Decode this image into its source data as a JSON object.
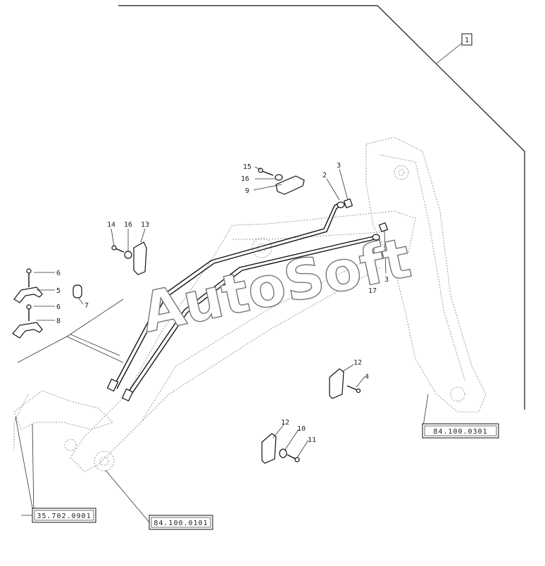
{
  "watermark": "AutoSoft",
  "callouts": {
    "c1": "1",
    "c2": "2",
    "c3a": "3",
    "c3b": "3",
    "c4": "4",
    "c5": "5",
    "c6a": "6",
    "c6b": "6",
    "c7": "7",
    "c8": "8",
    "c9": "9",
    "c10": "10",
    "c11": "11",
    "c12a": "12",
    "c12b": "12",
    "c13": "13",
    "c14": "14",
    "c15": "15",
    "c16a": "16",
    "c16b": "16",
    "c17": "17"
  },
  "references": {
    "ref_right": "84.100.0301",
    "ref_bottom": "84.100.0101",
    "ref_left": "35.702.0901"
  }
}
